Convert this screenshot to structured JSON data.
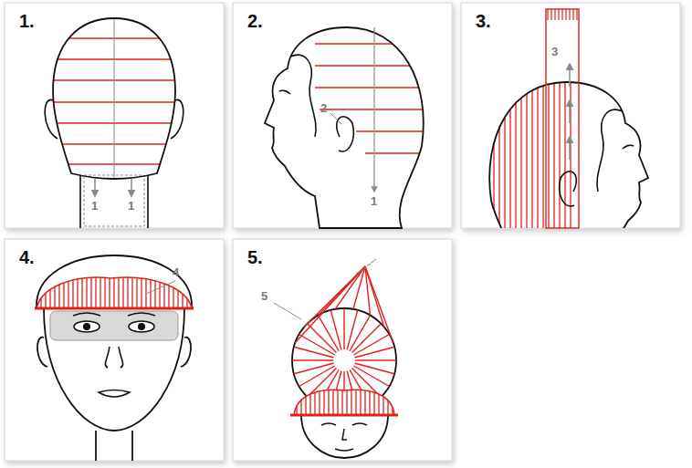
{
  "diagram": {
    "nodes": [
      {
        "text": [
          "1."
        ]
      },
      {
        "text": [
          "2."
        ]
      },
      {
        "text": [
          "3."
        ]
      },
      {
        "text": [
          "4."
        ]
      },
      {
        "text": [
          "5."
        ]
      }
    ],
    "labels": [
      "1",
      "1",
      "2",
      "1",
      "3",
      "4",
      "5"
    ]
  }
}
